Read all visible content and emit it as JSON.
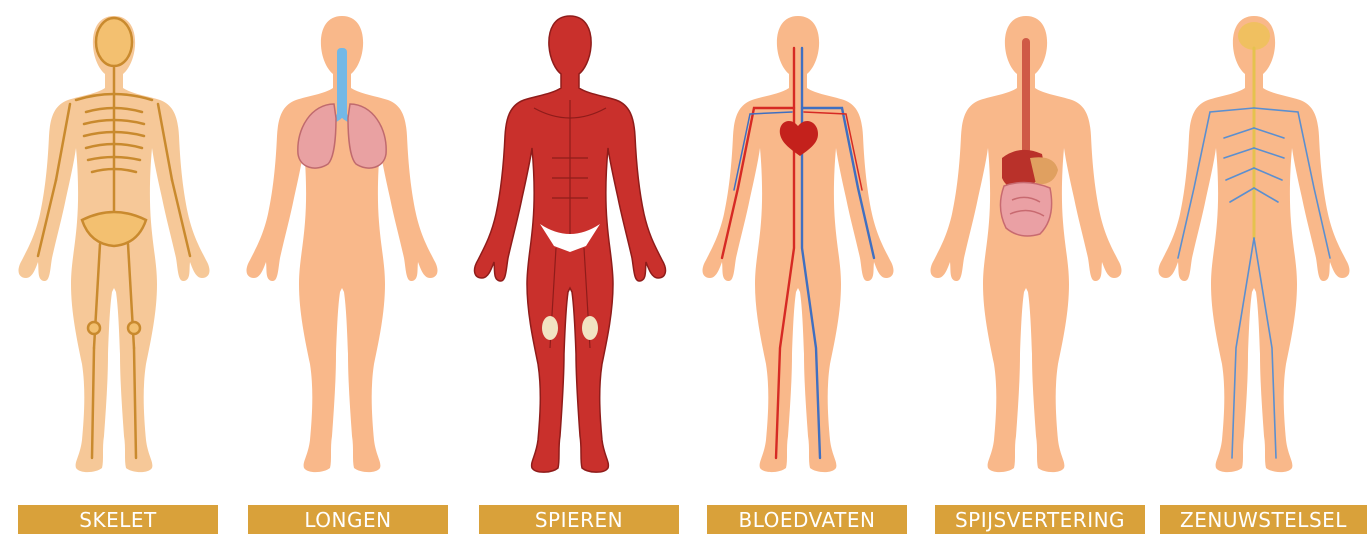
{
  "systems": [
    {
      "label": "SKELET",
      "icon": "skeleton-icon"
    },
    {
      "label": "LONGEN",
      "icon": "lungs-icon"
    },
    {
      "label": "SPIEREN",
      "icon": "muscles-icon"
    },
    {
      "label": "BLOEDVATEN",
      "icon": "blood-vessels-icon"
    },
    {
      "label": "SPIJSVERTERING",
      "icon": "digestive-system-icon"
    },
    {
      "label": "ZENUWSTELSEL",
      "icon": "nervous-system-icon"
    }
  ],
  "colors": {
    "body": "#f9b88a",
    "bone": "#f0b45c",
    "muscle": "#c9302c",
    "artery": "#d62a24",
    "vein": "#3f6fc1",
    "airway": "#73b8e6",
    "lung": "#e9a1a2",
    "nerve": "#5b8fd0",
    "label_bg": "#d9a13a"
  }
}
